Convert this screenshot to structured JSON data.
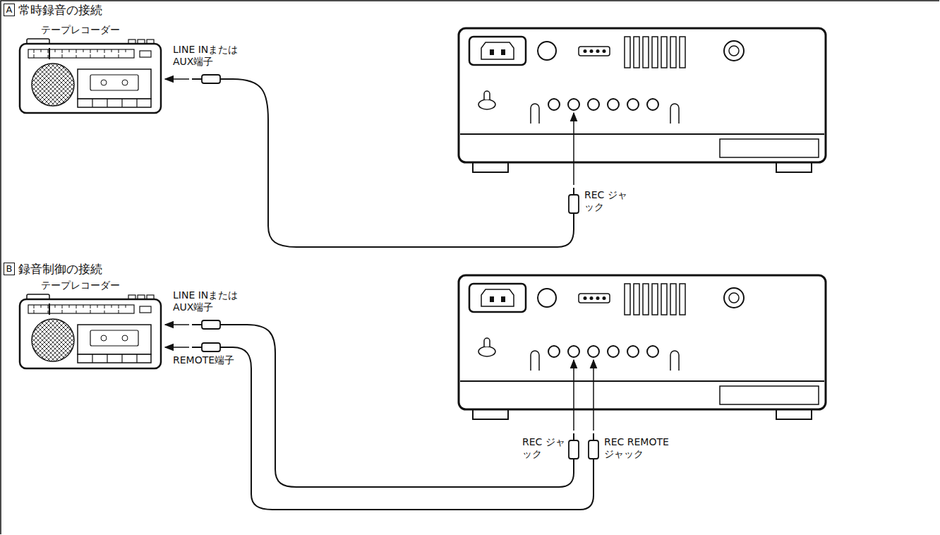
{
  "diagram": {
    "labels": [
      "A",
      "常時録音の接続",
      "テープレコーダー",
      "LINE INまたは AUX端子",
      "REC ジャック",
      "B",
      "録音制御の接続",
      "テープレコーダー",
      "LINE INまたは AUX端子",
      "REMOTE端子",
      "REC ジャック",
      "REC REMOTE ジャック"
    ]
  }
}
